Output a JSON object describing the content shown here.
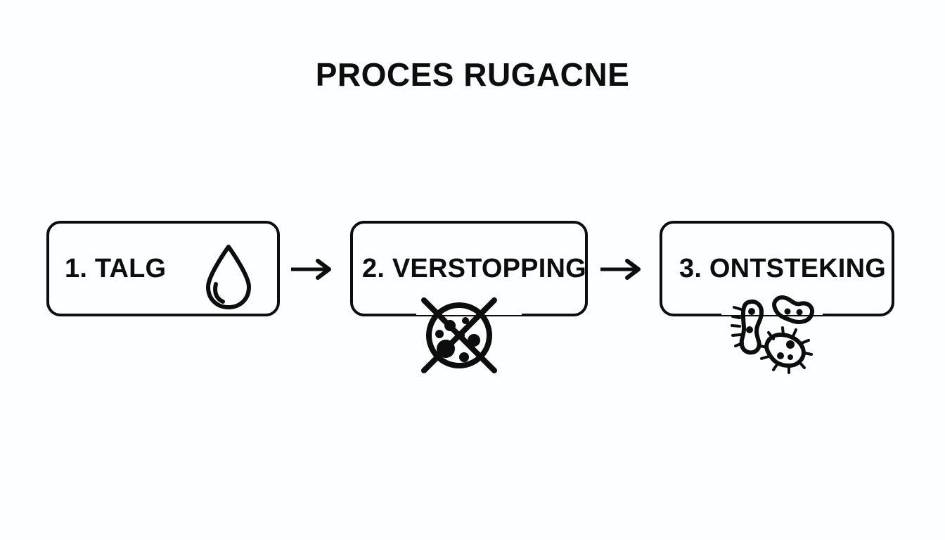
{
  "slide": {
    "title": "PROCES RUGACNE",
    "background_color": "#fdfeff",
    "ink_color": "#0d0d0d"
  },
  "flow": {
    "steps": [
      {
        "label": "1. TALG",
        "number": "1",
        "name": "TALG",
        "icon": "droplet-icon"
      },
      {
        "label": "2. VERSTOPPING",
        "number": "2",
        "name": "VERSTOPPING",
        "icon": "germ-blocked-icon"
      },
      {
        "label": "3. ONTSTEKING",
        "number": "3",
        "name": "ONTSTEKING",
        "icon": "bacteria-icon"
      }
    ],
    "connectors": [
      {
        "glyph": "arrow-right-icon"
      },
      {
        "glyph": "arrow-right-icon"
      }
    ]
  }
}
